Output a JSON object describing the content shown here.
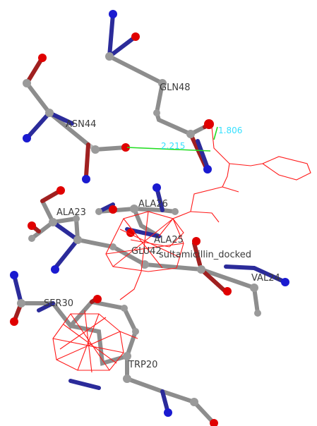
{
  "residues": {
    "gln48": "GLN48",
    "asn44": "ASN44",
    "ala23": "ALA23",
    "ala26": "ALA26",
    "ala25": "ALA25",
    "glu42": "GLU42",
    "val24": "VAL24",
    "ser30": "SER30",
    "trp20": "TRP20"
  },
  "ligand": {
    "name": "sultamicillin_docked"
  },
  "hbonds": {
    "d1": "2.215",
    "d2": "1.806"
  },
  "colors": {
    "carbon": "#9a9a9a",
    "nitrogen": "#1a1ad0",
    "oxygen": "#e00000",
    "ligand": "#ff1a1a",
    "hbond": "#22dd22",
    "distance_label": "#36e0ff"
  }
}
